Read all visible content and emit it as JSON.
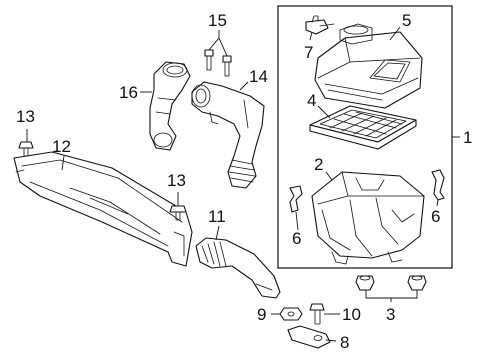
{
  "callouts": {
    "c1": "1",
    "c2": "2",
    "c3": "3",
    "c4": "4",
    "c5": "5",
    "c6a": "6",
    "c6b": "6",
    "c7": "7",
    "c8": "8",
    "c9": "9",
    "c10": "10",
    "c11": "11",
    "c12": "12",
    "c13a": "13",
    "c13b": "13",
    "c14": "14",
    "c15": "15",
    "c16": "16"
  }
}
